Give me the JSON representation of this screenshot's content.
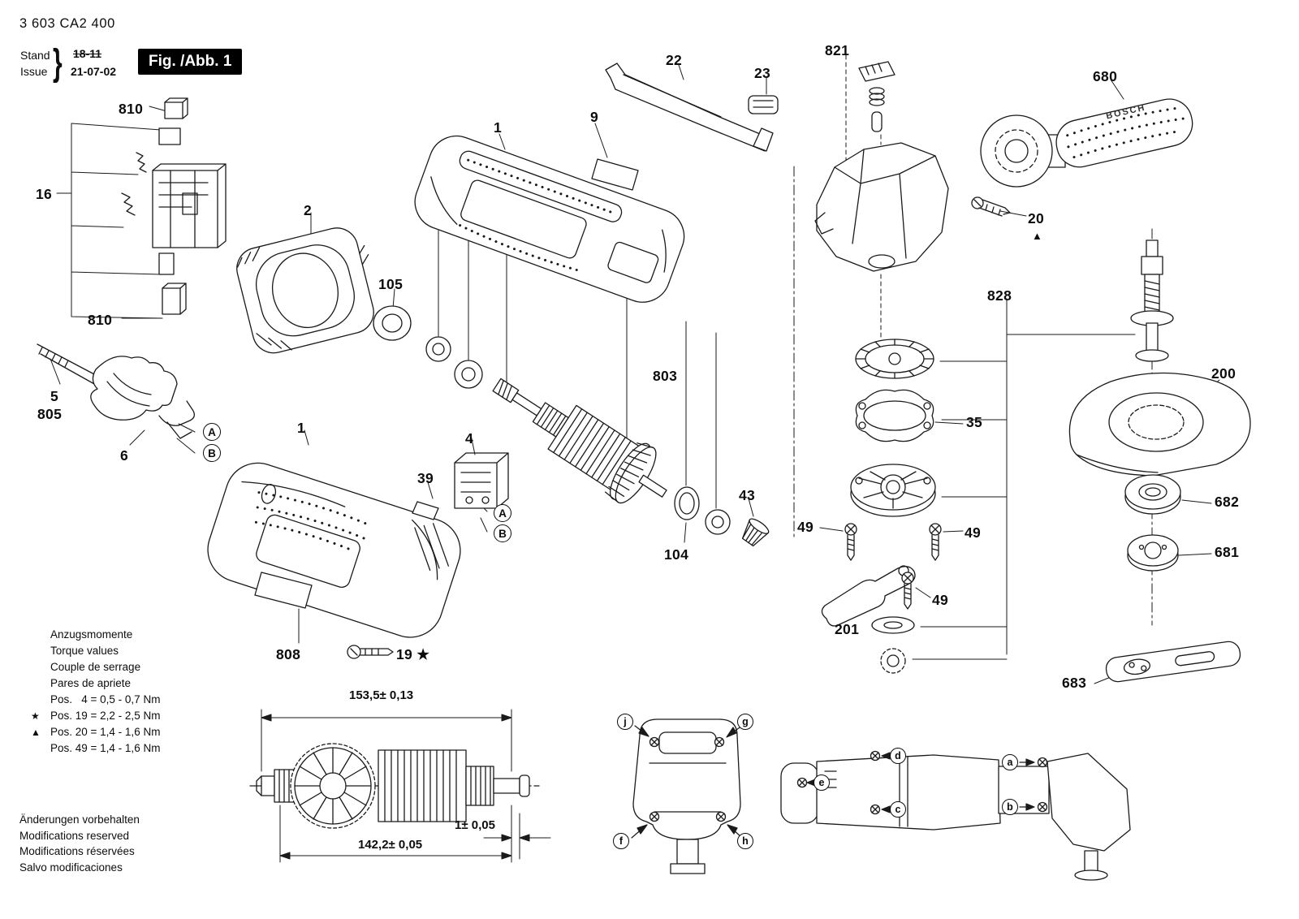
{
  "header": {
    "part_number": "3 603 CA2 400",
    "stand": "Stand",
    "issue": "Issue",
    "brace": "}",
    "old_date": "18-11",
    "date": "21-07-02",
    "figure": "Fig. /Abb. 1"
  },
  "torque": {
    "l1": "Anzugsmomente",
    "l2": "Torque values",
    "l3": "Couple de serrage",
    "l4": "Pares de apriete",
    "m5": "",
    "p5": "Pos.   4 = 0,5 - 0,7 Nm",
    "m6": "★",
    "p6": "Pos. 19 = 2,2 - 2,5 Nm",
    "m7": "▲",
    "p7": "Pos. 20 = 1,4 - 1,6 Nm",
    "m8": "",
    "p8": "Pos. 49 = 1,4 - 1,6 Nm"
  },
  "footer": {
    "l1": "Änderungen vorbehalten",
    "l2": "Modifications reserved",
    "l3": "Modifications réservées",
    "l4": "Salvo modificaciones"
  },
  "dimensions": {
    "total_length": "153,5± 0,13",
    "core_length": "142,2± 0,05",
    "offset": "1± 0,05"
  },
  "labels": {
    "p810_top": "810",
    "p16": "16",
    "p810_bottom": "810",
    "p5": "5",
    "p805": "805",
    "p6": "6",
    "p2": "2",
    "p105": "105",
    "p1_top": "1",
    "p9": "9",
    "p22": "22",
    "p23": "23",
    "p821": "821",
    "p680": "680",
    "p20": "20",
    "p20_marker": "▲",
    "p828": "828",
    "p35": "35",
    "p200": "200",
    "p682": "682",
    "p681": "681",
    "p683": "683",
    "p803": "803",
    "p43": "43",
    "p104": "104",
    "p49a": "49",
    "p49b": "49",
    "p49c": "49",
    "p201": "201",
    "p39": "39",
    "p4": "4",
    "p1_bottom": "1",
    "p19": "19",
    "p19_marker": "★",
    "p808": "808"
  },
  "callouts": {
    "A": "A",
    "B": "B"
  },
  "view_letters": {
    "a": "a",
    "b": "b",
    "c": "c",
    "d": "d",
    "e": "e",
    "f": "f",
    "g": "g",
    "h": "h",
    "j": "j"
  },
  "brand": "BOSCH"
}
